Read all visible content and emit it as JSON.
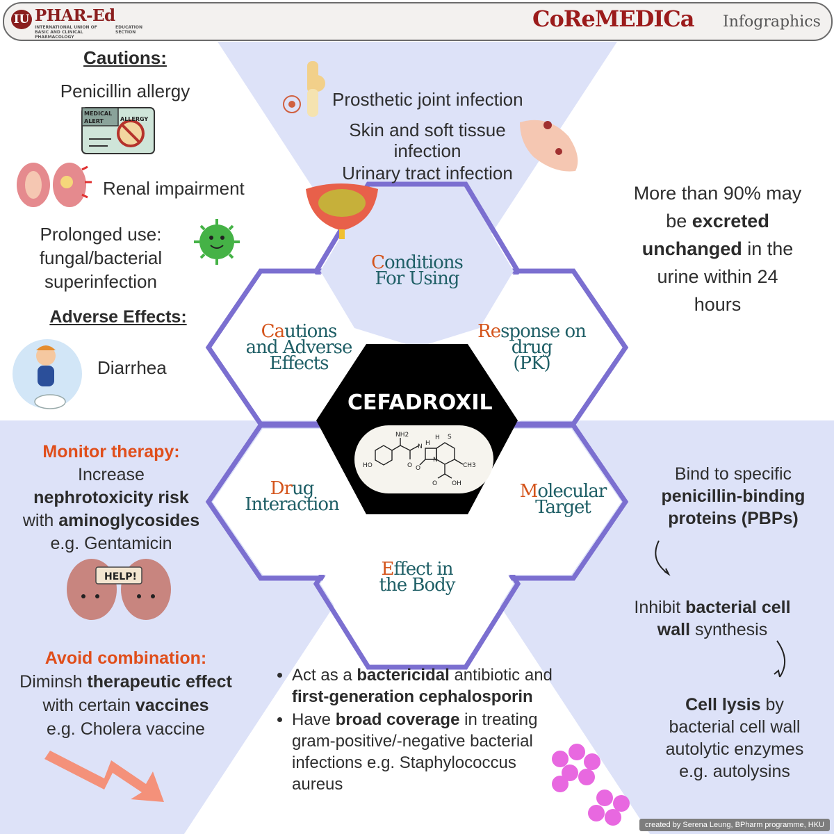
{
  "header": {
    "logo_mark": "IU",
    "logo_name": "PHAR-Ed",
    "logo_subtitle": "INTERNATIONAL UNION OF BASIC AND CLINICAL PHARMACOLOGY",
    "logo_section": "EDUCATION SECTION",
    "brand": "CoReMEDICa",
    "brand_subtitle": "Infographics"
  },
  "center": {
    "drug_name": "CEFADROXIL"
  },
  "hexagons": {
    "conditions": {
      "first": "C",
      "rest_line1": "onditions",
      "line2": "For Using"
    },
    "cautions": {
      "first": "Ca",
      "rest_line1": "utions",
      "line2": "and Adverse",
      "line3": "Effects"
    },
    "response": {
      "first": "Re",
      "rest_line1": "sponse on",
      "line2": "drug",
      "line3": "(PK)"
    },
    "drug_interaction": {
      "first": "Dr",
      "rest_line1": "ug",
      "line2": "Interaction"
    },
    "molecular": {
      "first": "M",
      "rest_line1": "olecular",
      "line2": "Target"
    },
    "effect": {
      "first": "E",
      "rest_line1": "ffect in",
      "line2": "the Body"
    }
  },
  "cautions_panel": {
    "heading": "Cautions:",
    "item1": "Penicillin allergy",
    "card_line1": "MEDICAL",
    "card_line2": "ALERT",
    "card_line3": "ALLERGY",
    "item2": "Renal impairment",
    "item3_line1": "Prolonged use:",
    "item3_line2": "fungal/bacterial",
    "item3_line3": "superinfection",
    "ae_heading": "Adverse Effects:",
    "ae_item": "Diarrhea"
  },
  "conditions_panel": {
    "item1": "Prosthetic joint infection",
    "item2_line1": "Skin and soft tissue",
    "item2_line2": "infection",
    "item3": "Urinary tract infection"
  },
  "pk_panel": {
    "line1": "More than 90% may",
    "line2_a": "be ",
    "line2_b": "excreted",
    "line3_a": "unchanged",
    "line3_b": " in the",
    "line4": "urine within 24",
    "line5": "hours"
  },
  "interaction_panel": {
    "h1": "Monitor therapy:",
    "l1": "Increase",
    "l2": "nephrotoxicity risk",
    "l3_a": "with ",
    "l3_b": "aminoglycosides",
    "l4": "e.g. Gentamicin",
    "help": "HELP!",
    "h2": "Avoid combination:",
    "m1_a": "Diminsh ",
    "m1_b": "therapeutic effect",
    "m2_a": "with certain ",
    "m2_b": "vaccines",
    "m3": "e.g. Cholera vaccine"
  },
  "molecular_panel": {
    "s1_l1": "Bind to specific",
    "s1_l2": "penicillin-binding",
    "s1_l3": "proteins (PBPs)",
    "s2_l1_a": "Inhibit ",
    "s2_l1_b": "bacterial cell",
    "s2_l2_a": "wall",
    "s2_l2_b": " synthesis",
    "s3_l1_a": "Cell lysis",
    "s3_l1_b": " by",
    "s3_l2": "bacterial cell wall",
    "s3_l3": "autolytic enzymes",
    "s3_l4": "e.g. autolysins"
  },
  "effect_panel": {
    "b1_a": "Act as a ",
    "b1_b": "bactericidal",
    "b1_c": " antibiotic and ",
    "b1_d": "first-generation cephalosporin",
    "b2_a": " Have ",
    "b2_b": "broad coverage",
    "b2_c": " in treating gram-positive/-negative bacterial infections e.g. Staphylococcus aureus"
  },
  "structure_labels": {
    "nh2": "NH2",
    "h1": "H",
    "h2": "H",
    "n1": "N",
    "n2": "N",
    "s": "S",
    "ho": "HO",
    "o1": "O",
    "o2": "O",
    "o3": "O",
    "oh": "OH",
    "ch3": "CH3"
  },
  "footer": "created by Serena Leung, BPharm programme, HKU",
  "colors": {
    "lavender": "#dde2f8",
    "hex_stroke": "#7b6fd0",
    "accent": "#e04e1b",
    "teal": "#1f5f66"
  }
}
